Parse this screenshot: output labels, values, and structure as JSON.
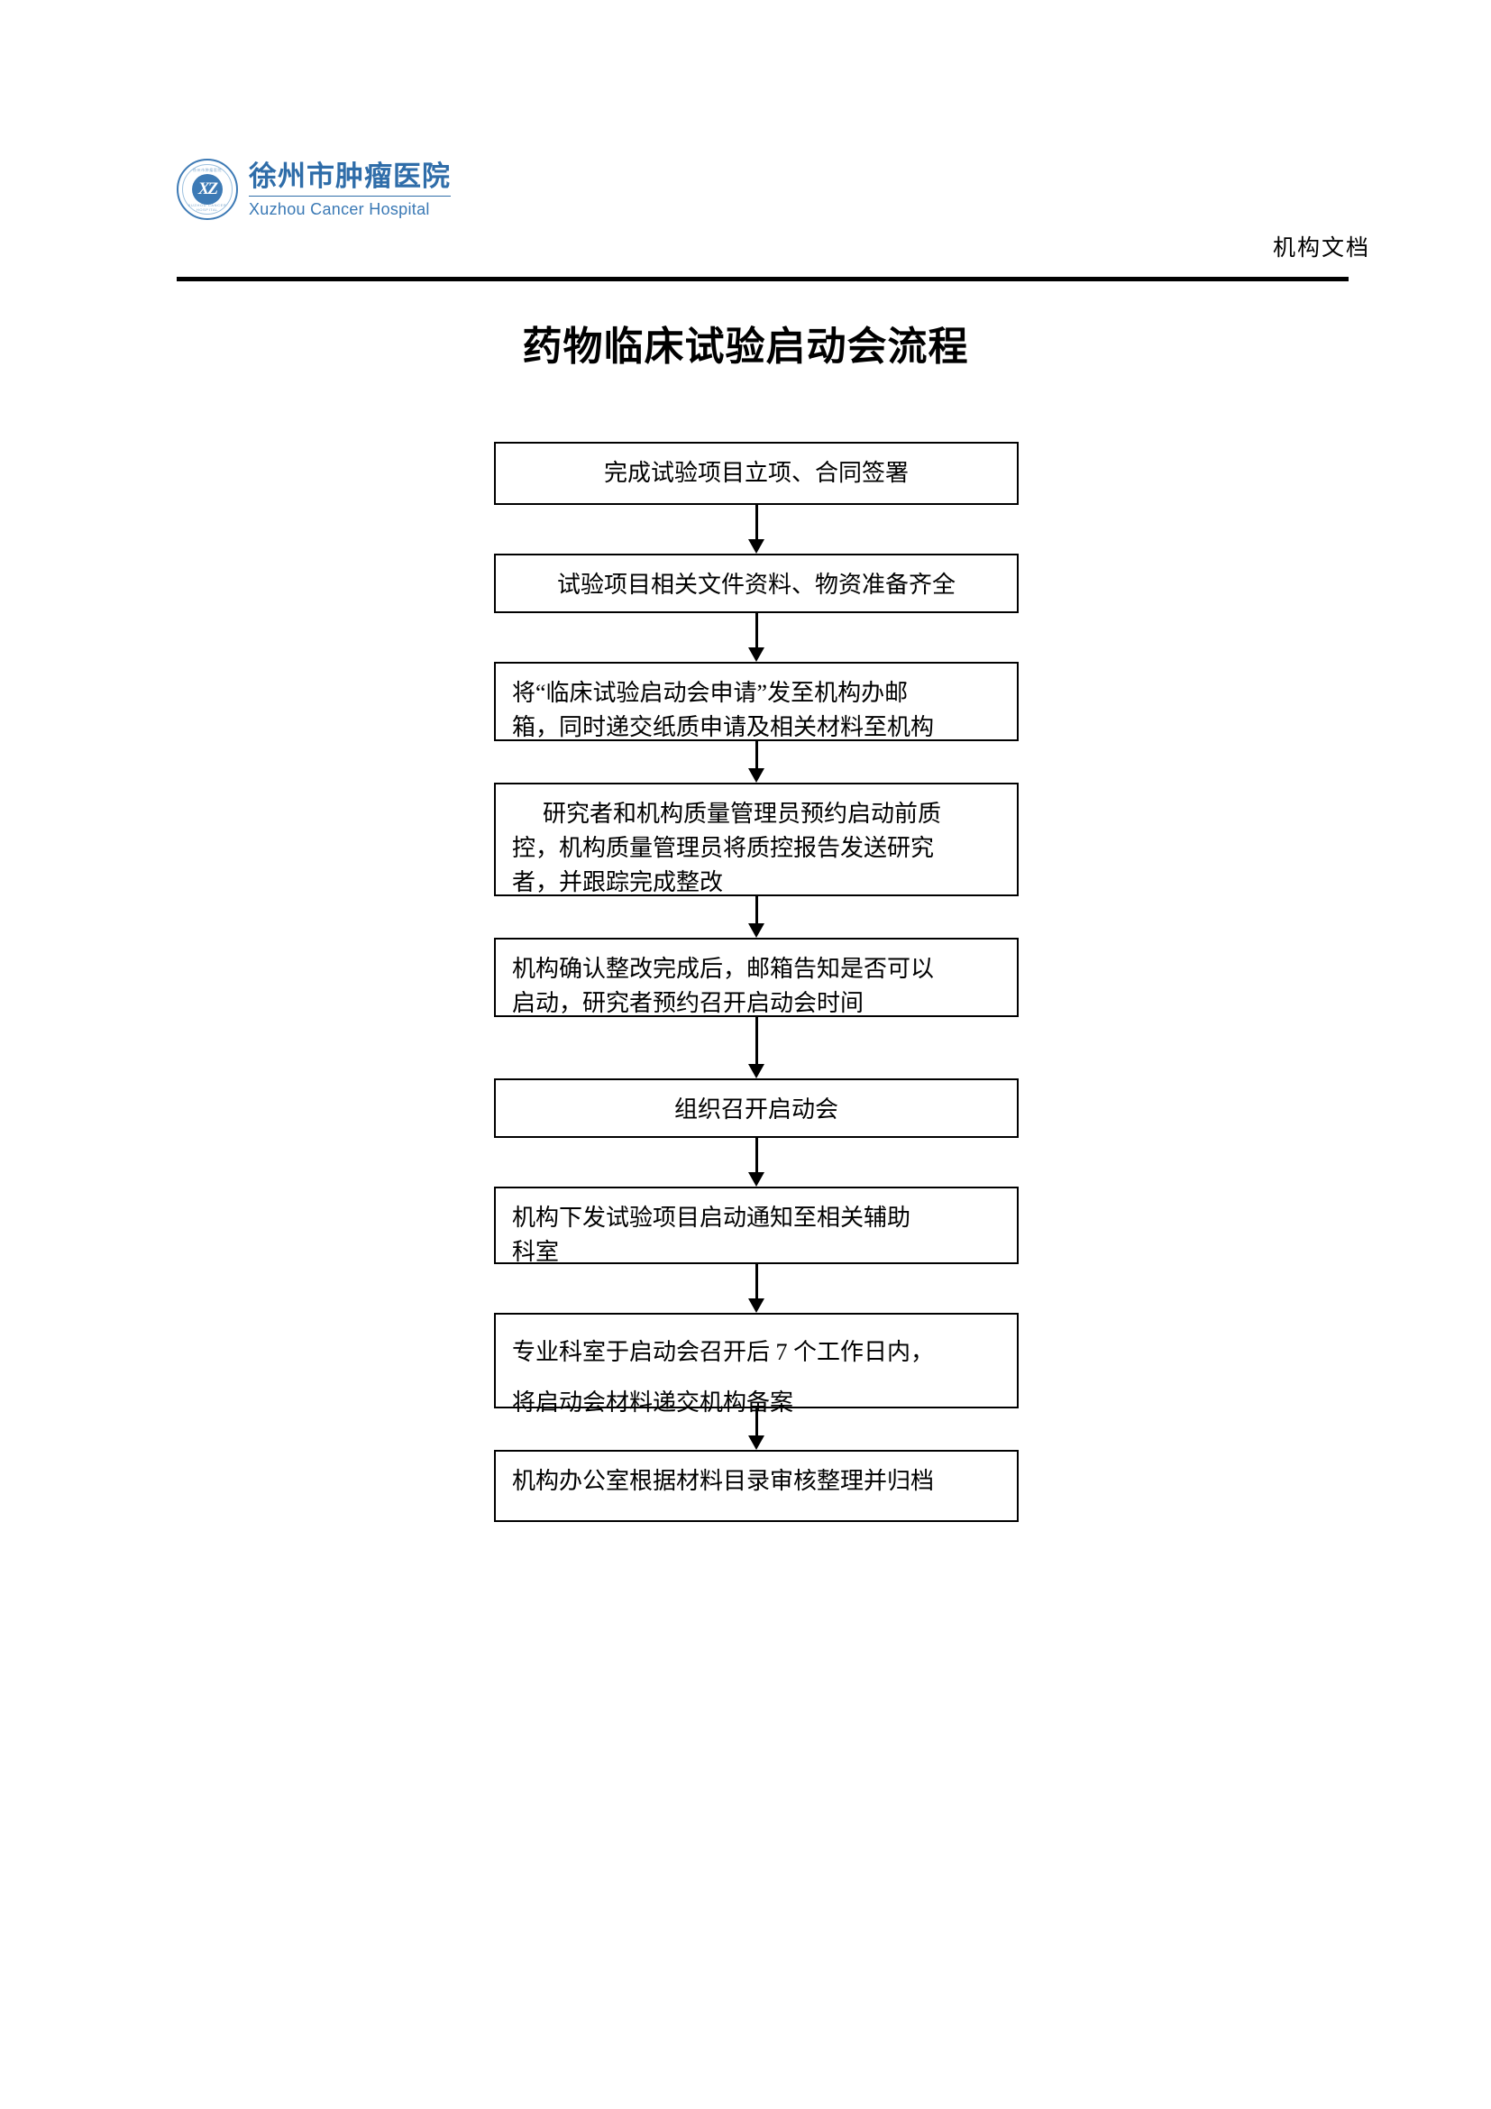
{
  "header": {
    "logo": {
      "seal_micro_top": "徐州市肿瘤医院",
      "seal_micro_bottom": "XUZHOU CANCER HOSPITAL",
      "seal_monogram": "XZ",
      "name_cn": "徐州市肿瘤医院",
      "name_en": "Xuzhou Cancer Hospital",
      "brand_color": "#2f6da9"
    },
    "doc_label": "机构文档"
  },
  "title": "药物临床试验启动会流程",
  "flowchart": {
    "type": "flowchart",
    "direction": "top-to-bottom",
    "connector": "arrow-down",
    "nodes": [
      {
        "id": "n1",
        "align": "center",
        "lines": [
          "完成试验项目立项、合同签署"
        ]
      },
      {
        "id": "n2",
        "align": "center",
        "lines": [
          "试验项目相关文件资料、物资准备齐全"
        ]
      },
      {
        "id": "n3",
        "align": "left",
        "lines": [
          "将“临床试验启动会申请”发至机构办邮",
          "箱，同时递交纸质申请及相关材料至机构"
        ]
      },
      {
        "id": "n4",
        "align": "left-indent",
        "lines": [
          "研究者和机构质量管理员预约启动前质",
          "控，机构质量管理员将质控报告发送研究",
          "者，并跟踪完成整改"
        ]
      },
      {
        "id": "n5",
        "align": "left",
        "lines": [
          "机构确认整改完成后，邮箱告知是否可以",
          "启动，研究者预约召开启动会时间"
        ]
      },
      {
        "id": "n6",
        "align": "center",
        "lines": [
          "组织召开启动会"
        ]
      },
      {
        "id": "n7",
        "align": "left",
        "lines": [
          "机构下发试验项目启动通知至相关辅助",
          "科室"
        ]
      },
      {
        "id": "n8",
        "align": "left-loose",
        "lines": [
          "专业科室于启动会召开后 7 个工作日内，",
          "将启动会材料递交机构备案"
        ]
      },
      {
        "id": "n9",
        "align": "left",
        "lines": [
          "机构办公室根据材料目录审核整理并归档"
        ]
      }
    ]
  }
}
